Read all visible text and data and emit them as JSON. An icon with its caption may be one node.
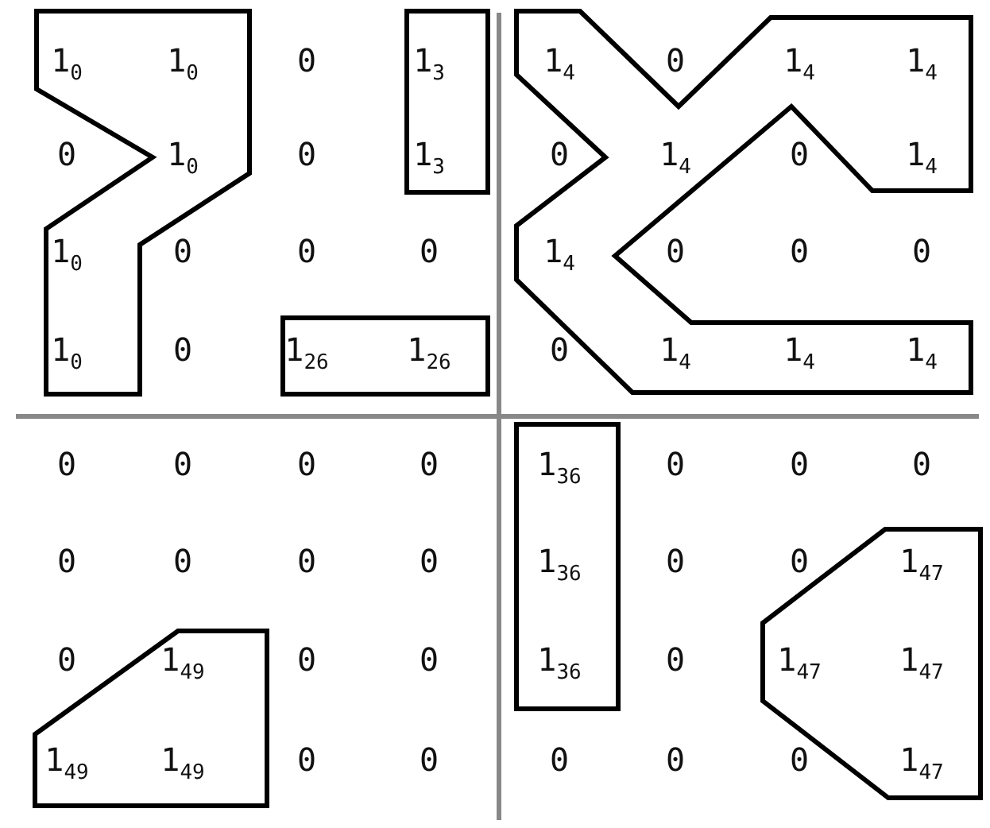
{
  "diagram": {
    "labels": [
      "1$_{0}$",
      "1$_{0}$",
      "0",
      "1$_{3}$",
      "1$_{4}$",
      "0",
      "1$_{4}$",
      "1$_{4}$",
      "0",
      "1$_{0}$",
      "0",
      "1$_{3}$",
      "0",
      "1$_{4}$",
      "0",
      "1$_{4}$",
      "1$_{0}$",
      "0",
      "0",
      "0",
      "1$_{4}$",
      "0",
      "0",
      "0",
      "1$_{0}$",
      "0",
      "1$_{26}$",
      "1$_{26}$",
      "0",
      "1$_{4}$",
      "1$_{4}$",
      "1$_{4}$",
      "0",
      "0",
      "0",
      "0",
      "1$_{36}$",
      "0",
      "0",
      "0",
      "0",
      "0",
      "0",
      "0",
      "1$_{36}$",
      "0",
      "0",
      "1$_{47}$",
      "0",
      "1$_{49}$",
      "0",
      "0",
      "1$_{36}$",
      "0",
      "1$_{47}$",
      "1$_{47}$",
      "1$_{49}$",
      "1$_{49}$",
      "0",
      "0",
      "0",
      "0",
      "0",
      "1$_{47}$"
    ]
  }
}
